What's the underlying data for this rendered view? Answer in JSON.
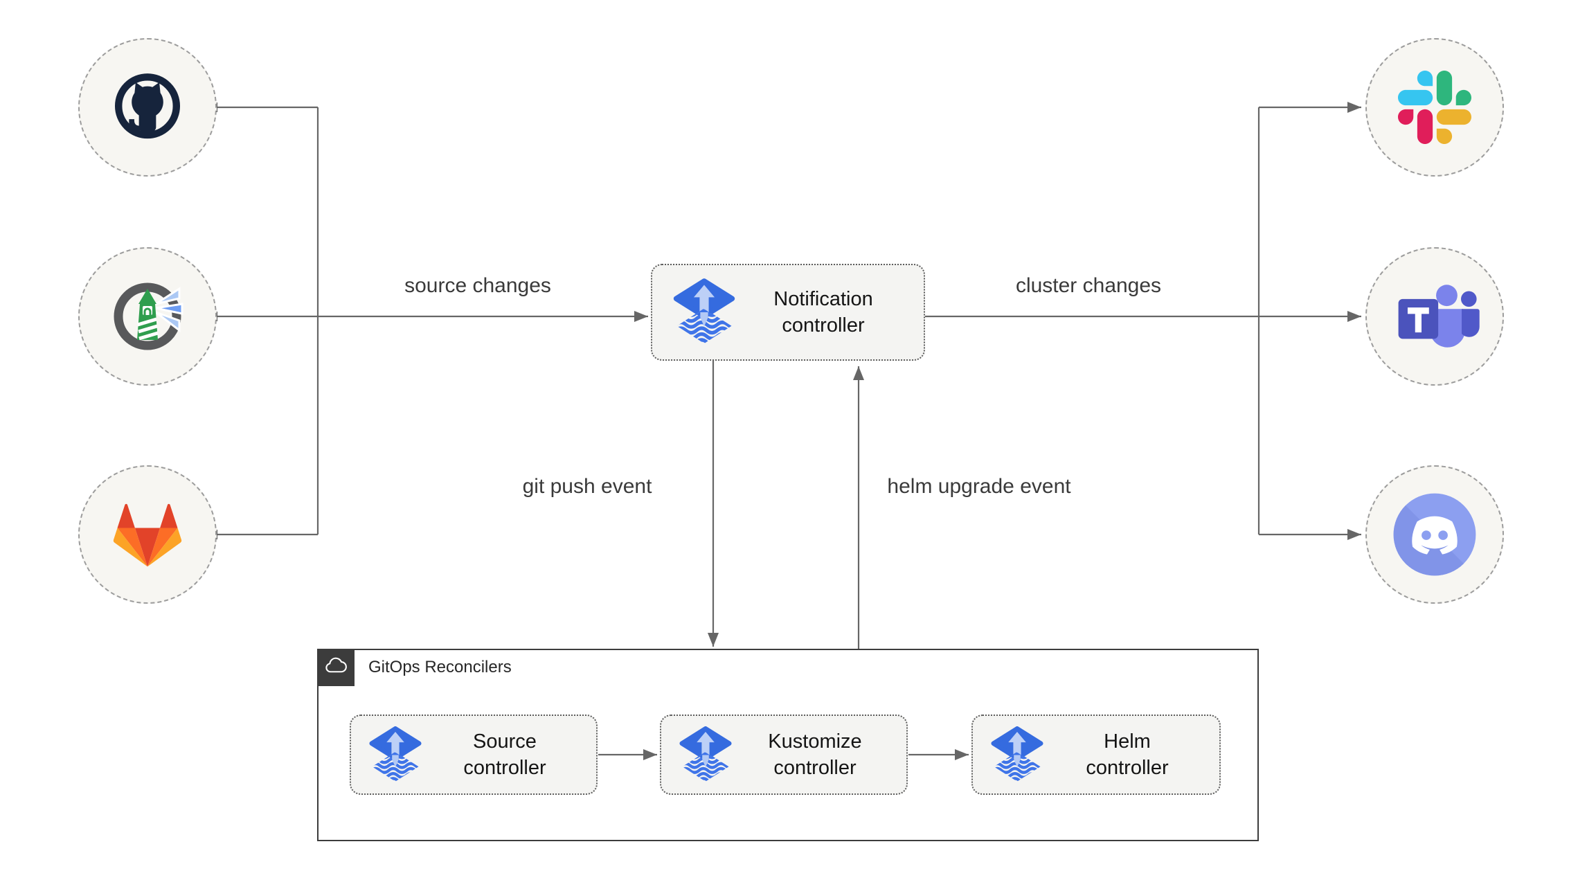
{
  "edge_labels": {
    "source_changes": "source changes",
    "cluster_changes": "cluster changes",
    "git_push_event": "git push event",
    "helm_upgrade_event": "helm upgrade event"
  },
  "nodes": {
    "sources": [
      {
        "id": "github",
        "icon": "github-icon"
      },
      {
        "id": "harbor",
        "icon": "harbor-icon"
      },
      {
        "id": "gitlab",
        "icon": "gitlab-icon"
      }
    ],
    "targets": [
      {
        "id": "slack",
        "icon": "slack-icon"
      },
      {
        "id": "teams",
        "icon": "teams-icon"
      },
      {
        "id": "discord",
        "icon": "discord-icon"
      }
    ],
    "notification_controller": {
      "line1": "Notification",
      "line2": "controller",
      "icon": "flux-icon"
    },
    "gitops_group": {
      "title": "GitOps Reconcilers",
      "icon": "cloud-icon",
      "controllers": [
        {
          "line1": "Source",
          "line2": "controller",
          "icon": "flux-icon"
        },
        {
          "line1": "Kustomize",
          "line2": "controller",
          "icon": "flux-icon"
        },
        {
          "line1": "Helm",
          "line2": "controller",
          "icon": "flux-icon"
        }
      ]
    }
  },
  "edges": [
    {
      "from": "github",
      "to": "notification-controller",
      "label": "source changes"
    },
    {
      "from": "harbor",
      "to": "notification-controller",
      "label": "source changes"
    },
    {
      "from": "gitlab",
      "to": "notification-controller",
      "label": "source changes"
    },
    {
      "from": "notification-controller",
      "to": "slack",
      "label": "cluster changes"
    },
    {
      "from": "notification-controller",
      "to": "teams",
      "label": "cluster changes"
    },
    {
      "from": "notification-controller",
      "to": "discord",
      "label": "cluster changes"
    },
    {
      "from": "notification-controller",
      "to": "gitops-reconcilers",
      "label": "git push event"
    },
    {
      "from": "gitops-reconcilers",
      "to": "notification-controller",
      "label": "helm upgrade event"
    },
    {
      "from": "source-controller",
      "to": "kustomize-controller"
    },
    {
      "from": "kustomize-controller",
      "to": "helm-controller"
    }
  ],
  "colors": {
    "connector": "#666666",
    "node_fill": "#f4f4f2",
    "circle_fill": "#f7f6f2",
    "flux_blue": "#356bdf",
    "flux_wave_blue": "#3f74e8",
    "github_dark": "#16243c",
    "harbor_gray": "#58595b",
    "harbor_green": "#2f9e4e",
    "gitlab_red": "#e24329",
    "gitlab_orange": "#fc6d26",
    "gitlab_yellow": "#fca326",
    "slack_blue": "#36c5f0",
    "slack_green": "#2eb67d",
    "slack_yellow": "#ecb22e",
    "slack_pink": "#e01e5a",
    "teams_purple": "#4b53bc",
    "teams_light_purple": "#7b83eb",
    "discord_blurple": "#8c9ff0",
    "group_border": "#3c3c3c"
  }
}
